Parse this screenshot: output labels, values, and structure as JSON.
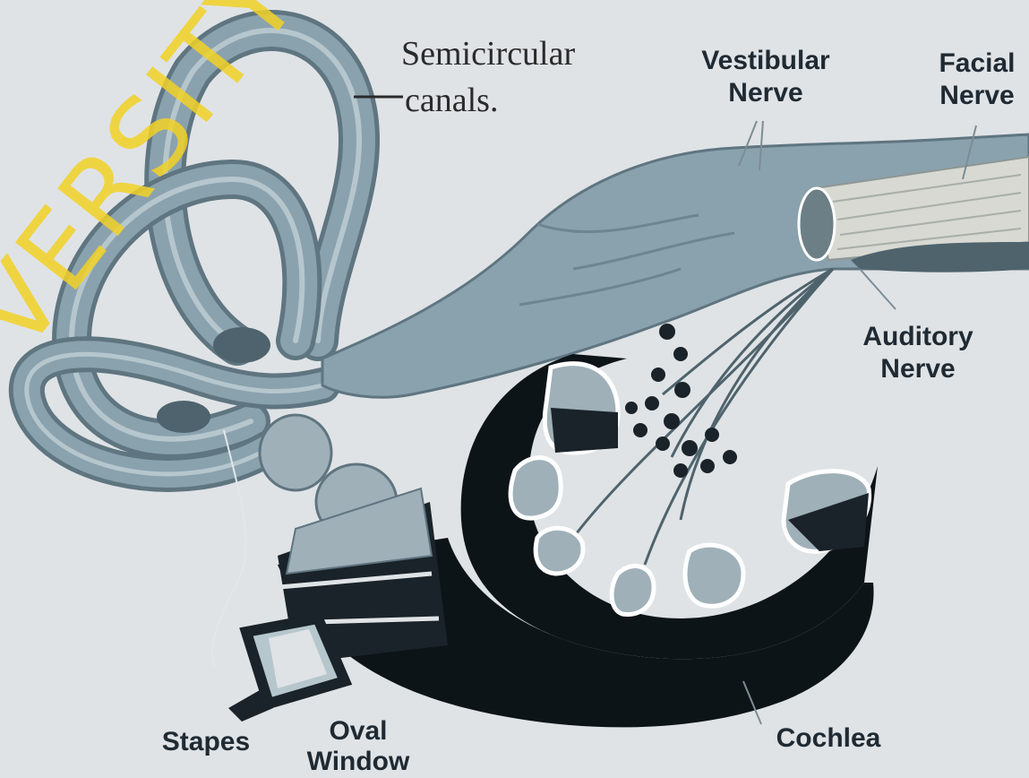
{
  "labels": {
    "semicircular": "Semicircular",
    "canals": "canals.",
    "vestibular_nerve_1": "Vestibular",
    "vestibular_nerve_2": "Nerve",
    "facial_nerve_1": "Facial",
    "facial_nerve_2": "Nerve",
    "auditory_nerve_1": "Auditory",
    "auditory_nerve_2": "Nerve",
    "stapes": "Stapes",
    "oval_window_1": "Oval",
    "oval_window_2": "Window",
    "cochlea": "Cochlea"
  },
  "watermark": "VERSITY OF",
  "colors": {
    "background": "#dfe3e6",
    "tissue": "#8aa2ae",
    "tissue_outline": "#5f7580",
    "cochlea_dark": "#0d1418",
    "facial_nerve": "#d7d9d2",
    "watermark": "#f2d226"
  }
}
